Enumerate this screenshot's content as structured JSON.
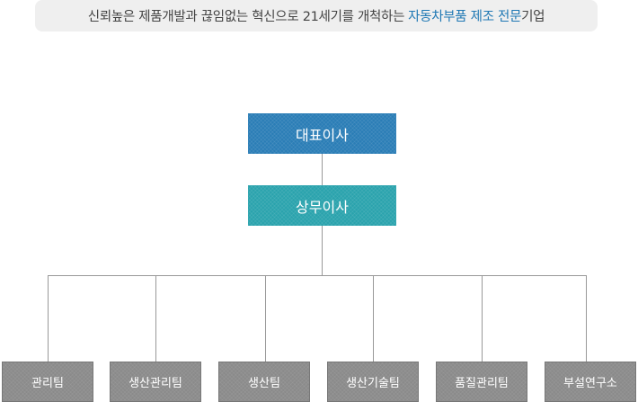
{
  "tagline": {
    "text": "신뢰높은 제품개발과 끊임없는 혁신으로 21세기를 개척하는",
    "highlight": "자동차부품 제조 전문",
    "suffix": "기업"
  },
  "org": {
    "ceo": "대표이사",
    "executive": "상무이사",
    "departments": [
      "관리팀",
      "생산관리팀",
      "생산팀",
      "생산기술팀",
      "품질관리팀",
      "부설연구소"
    ]
  },
  "colors": {
    "ceo": "#2a7db6",
    "executive": "#2aa3ad",
    "department": "#8a8a8a",
    "highlight": "#1f78b4",
    "connector": "#999999"
  }
}
